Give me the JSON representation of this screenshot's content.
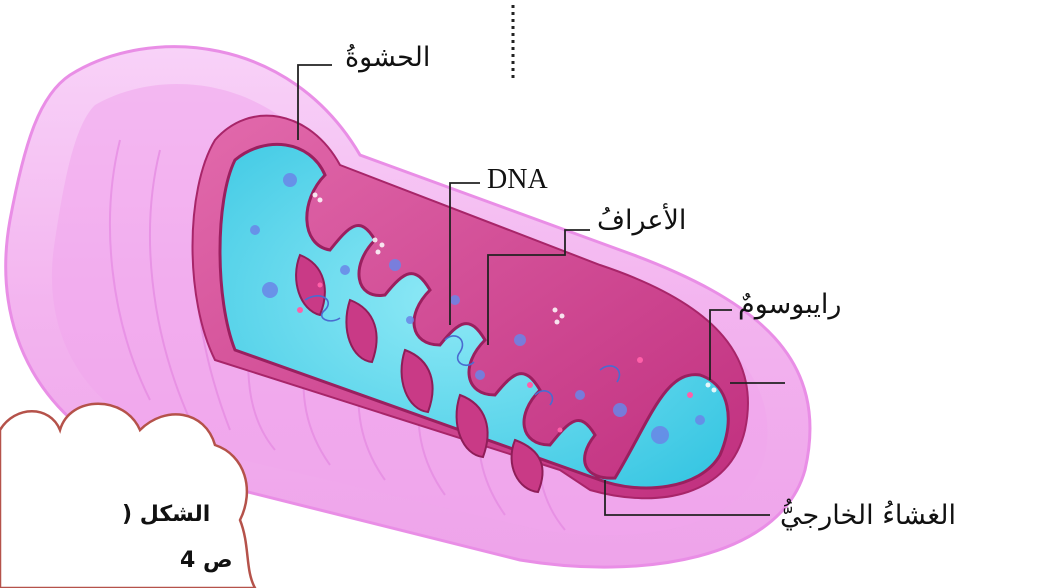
{
  "labels": {
    "matrix": "الحشوةُ",
    "dna": "DNA",
    "cristae": "الأعرافُ",
    "ribosome": "رايبوسومٌ",
    "outer_membrane": "الغشاءُ الخارجيُّ"
  },
  "cloud": {
    "line1": "الشكل (",
    "line2": "ص 4"
  },
  "colors": {
    "outer": "#f4b8f2",
    "outer_edge": "#e98ee6",
    "inner_membrane": "#d2418f",
    "matrix": "#5ad6ec",
    "cloud_stroke": "#b5524a"
  }
}
